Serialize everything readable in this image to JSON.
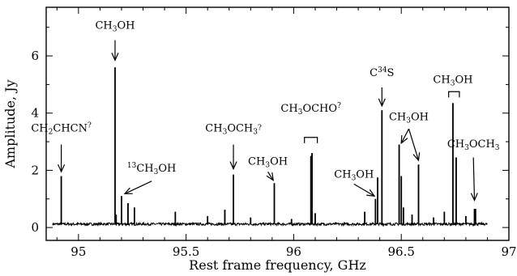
{
  "chart_data": {
    "type": "line",
    "xlabel": "Rest frame frequency, GHz",
    "ylabel": "Amplitude, Jy",
    "xlim": [
      94.85,
      97.0
    ],
    "ylim": [
      -0.45,
      7.7
    ],
    "x_ticks": [
      {
        "value": 95,
        "label": "95"
      },
      {
        "value": 95.5,
        "label": "95.5"
      },
      {
        "value": 96,
        "label": "96"
      },
      {
        "value": 96.5,
        "label": "96.5"
      },
      {
        "value": 97,
        "label": "97"
      }
    ],
    "y_ticks": [
      {
        "value": 0,
        "label": "0"
      },
      {
        "value": 2,
        "label": "2"
      },
      {
        "value": 4,
        "label": "4"
      },
      {
        "value": 6,
        "label": "6"
      }
    ],
    "grid": false,
    "legend": "none",
    "spectrum": {
      "x_range": [
        94.88,
        96.9
      ],
      "baseline": 0.12,
      "lines": [
        {
          "x": 94.92,
          "y": 1.8
        },
        {
          "x": 95.17,
          "y": 5.6
        },
        {
          "x": 95.175,
          "y": 0.45
        },
        {
          "x": 95.2,
          "y": 1.1
        },
        {
          "x": 95.23,
          "y": 0.85
        },
        {
          "x": 95.26,
          "y": 0.7
        },
        {
          "x": 95.45,
          "y": 0.55
        },
        {
          "x": 95.6,
          "y": 0.4
        },
        {
          "x": 95.68,
          "y": 0.62
        },
        {
          "x": 95.72,
          "y": 1.85
        },
        {
          "x": 95.8,
          "y": 0.35
        },
        {
          "x": 95.91,
          "y": 1.55
        },
        {
          "x": 95.99,
          "y": 0.3
        },
        {
          "x": 96.08,
          "y": 2.5
        },
        {
          "x": 96.085,
          "y": 2.6
        },
        {
          "x": 96.1,
          "y": 0.5
        },
        {
          "x": 96.33,
          "y": 0.55
        },
        {
          "x": 96.38,
          "y": 1.0
        },
        {
          "x": 96.39,
          "y": 1.75
        },
        {
          "x": 96.41,
          "y": 4.1
        },
        {
          "x": 96.49,
          "y": 2.9
        },
        {
          "x": 96.5,
          "y": 1.8
        },
        {
          "x": 96.51,
          "y": 0.7
        },
        {
          "x": 96.55,
          "y": 0.45
        },
        {
          "x": 96.58,
          "y": 2.2
        },
        {
          "x": 96.65,
          "y": 0.35
        },
        {
          "x": 96.7,
          "y": 0.55
        },
        {
          "x": 96.74,
          "y": 4.35
        },
        {
          "x": 96.755,
          "y": 2.45
        },
        {
          "x": 96.8,
          "y": 0.4
        },
        {
          "x": 96.84,
          "y": 0.65
        },
        {
          "x": 96.845,
          "y": 0.65
        }
      ]
    },
    "annotations": [
      {
        "id": "ch2chcn",
        "parts": [
          [
            "CH",
            ""
          ],
          [
            "2",
            "sub"
          ],
          [
            "CHCN",
            ""
          ],
          [
            "?",
            "sup"
          ]
        ],
        "x": 94.92,
        "y_text": 3.35,
        "arrow_from": 2.9,
        "arrow_to": 1.95
      },
      {
        "id": "ch3oh-951",
        "parts": [
          [
            "CH",
            ""
          ],
          [
            "3",
            "sub"
          ],
          [
            "OH",
            ""
          ]
        ],
        "x": 95.17,
        "y_text": 6.95,
        "arrow_from": 6.55,
        "arrow_to": 5.85
      },
      {
        "id": "13ch3oh",
        "parts": [
          [
            "13",
            "sup"
          ],
          [
            "CH",
            ""
          ],
          [
            "3",
            "sub"
          ],
          [
            "OH",
            ""
          ]
        ],
        "x": 95.34,
        "y_text": 1.95,
        "arrow_from": 1.62,
        "arrow_to": 1.18,
        "arrow_end_x": 95.215
      },
      {
        "id": "ch3och3-957",
        "parts": [
          [
            "CH",
            ""
          ],
          [
            "3",
            "sub"
          ],
          [
            "OCH",
            ""
          ],
          [
            "3",
            "sub"
          ],
          [
            "?",
            "sup"
          ]
        ],
        "x": 95.72,
        "y_text": 3.35,
        "arrow_from": 2.9,
        "arrow_to": 2.05
      },
      {
        "id": "ch3oh-959",
        "parts": [
          [
            "CH",
            ""
          ],
          [
            "3",
            "sub"
          ],
          [
            "OH",
            ""
          ]
        ],
        "x": 95.88,
        "y_text": 2.2,
        "arrow_from": 1.95,
        "arrow_to": 1.65,
        "arrow_end_x": 95.905
      },
      {
        "id": "ch3ocho",
        "parts": [
          [
            "CH",
            ""
          ],
          [
            "3",
            "sub"
          ],
          [
            "OCHO",
            ""
          ],
          [
            "?",
            "sup"
          ]
        ],
        "x": 96.08,
        "y_text": 4.05,
        "bracket": [
          96.05,
          96.11
        ],
        "bracket_y": 2.95,
        "bracket_top": 3.15
      },
      {
        "id": "ch3oh-963",
        "parts": [
          [
            "CH",
            ""
          ],
          [
            "3",
            "sub"
          ],
          [
            "OH",
            ""
          ]
        ],
        "x": 96.28,
        "y_text": 1.75,
        "arrow_from": 1.52,
        "arrow_to": 1.1,
        "arrow_end_x": 96.375
      },
      {
        "id": "c34s",
        "parts": [
          [
            "C",
            ""
          ],
          [
            "34",
            "sup"
          ],
          [
            "S",
            ""
          ]
        ],
        "x": 96.41,
        "y_text": 5.3,
        "arrow_from": 4.9,
        "arrow_to": 4.25
      },
      {
        "id": "ch3oh-965",
        "parts": [
          [
            "CH",
            ""
          ],
          [
            "3",
            "sub"
          ],
          [
            "OH",
            ""
          ]
        ],
        "x": 96.535,
        "y_text": 3.75,
        "arrow_from": 3.45,
        "arrow_to": 2.95,
        "arrow_end_x": 96.5,
        "arrow2_end_x": 96.58,
        "arrow2_to": 2.35
      },
      {
        "id": "ch3oh-967",
        "parts": [
          [
            "CH",
            ""
          ],
          [
            "3",
            "sub"
          ],
          [
            "OH",
            ""
          ]
        ],
        "x": 96.74,
        "y_text": 5.05,
        "bracket": [
          96.72,
          96.77
        ],
        "bracket_y": 4.55,
        "bracket_top": 4.75
      },
      {
        "id": "ch3och3-968",
        "parts": [
          [
            "CH",
            ""
          ],
          [
            "3",
            "sub"
          ],
          [
            "OCH",
            ""
          ],
          [
            "3",
            "sub"
          ]
        ],
        "x": 96.835,
        "y_text": 2.8,
        "arrow_from": 2.45,
        "arrow_to": 0.95,
        "arrow_end_x": 96.84
      }
    ]
  }
}
